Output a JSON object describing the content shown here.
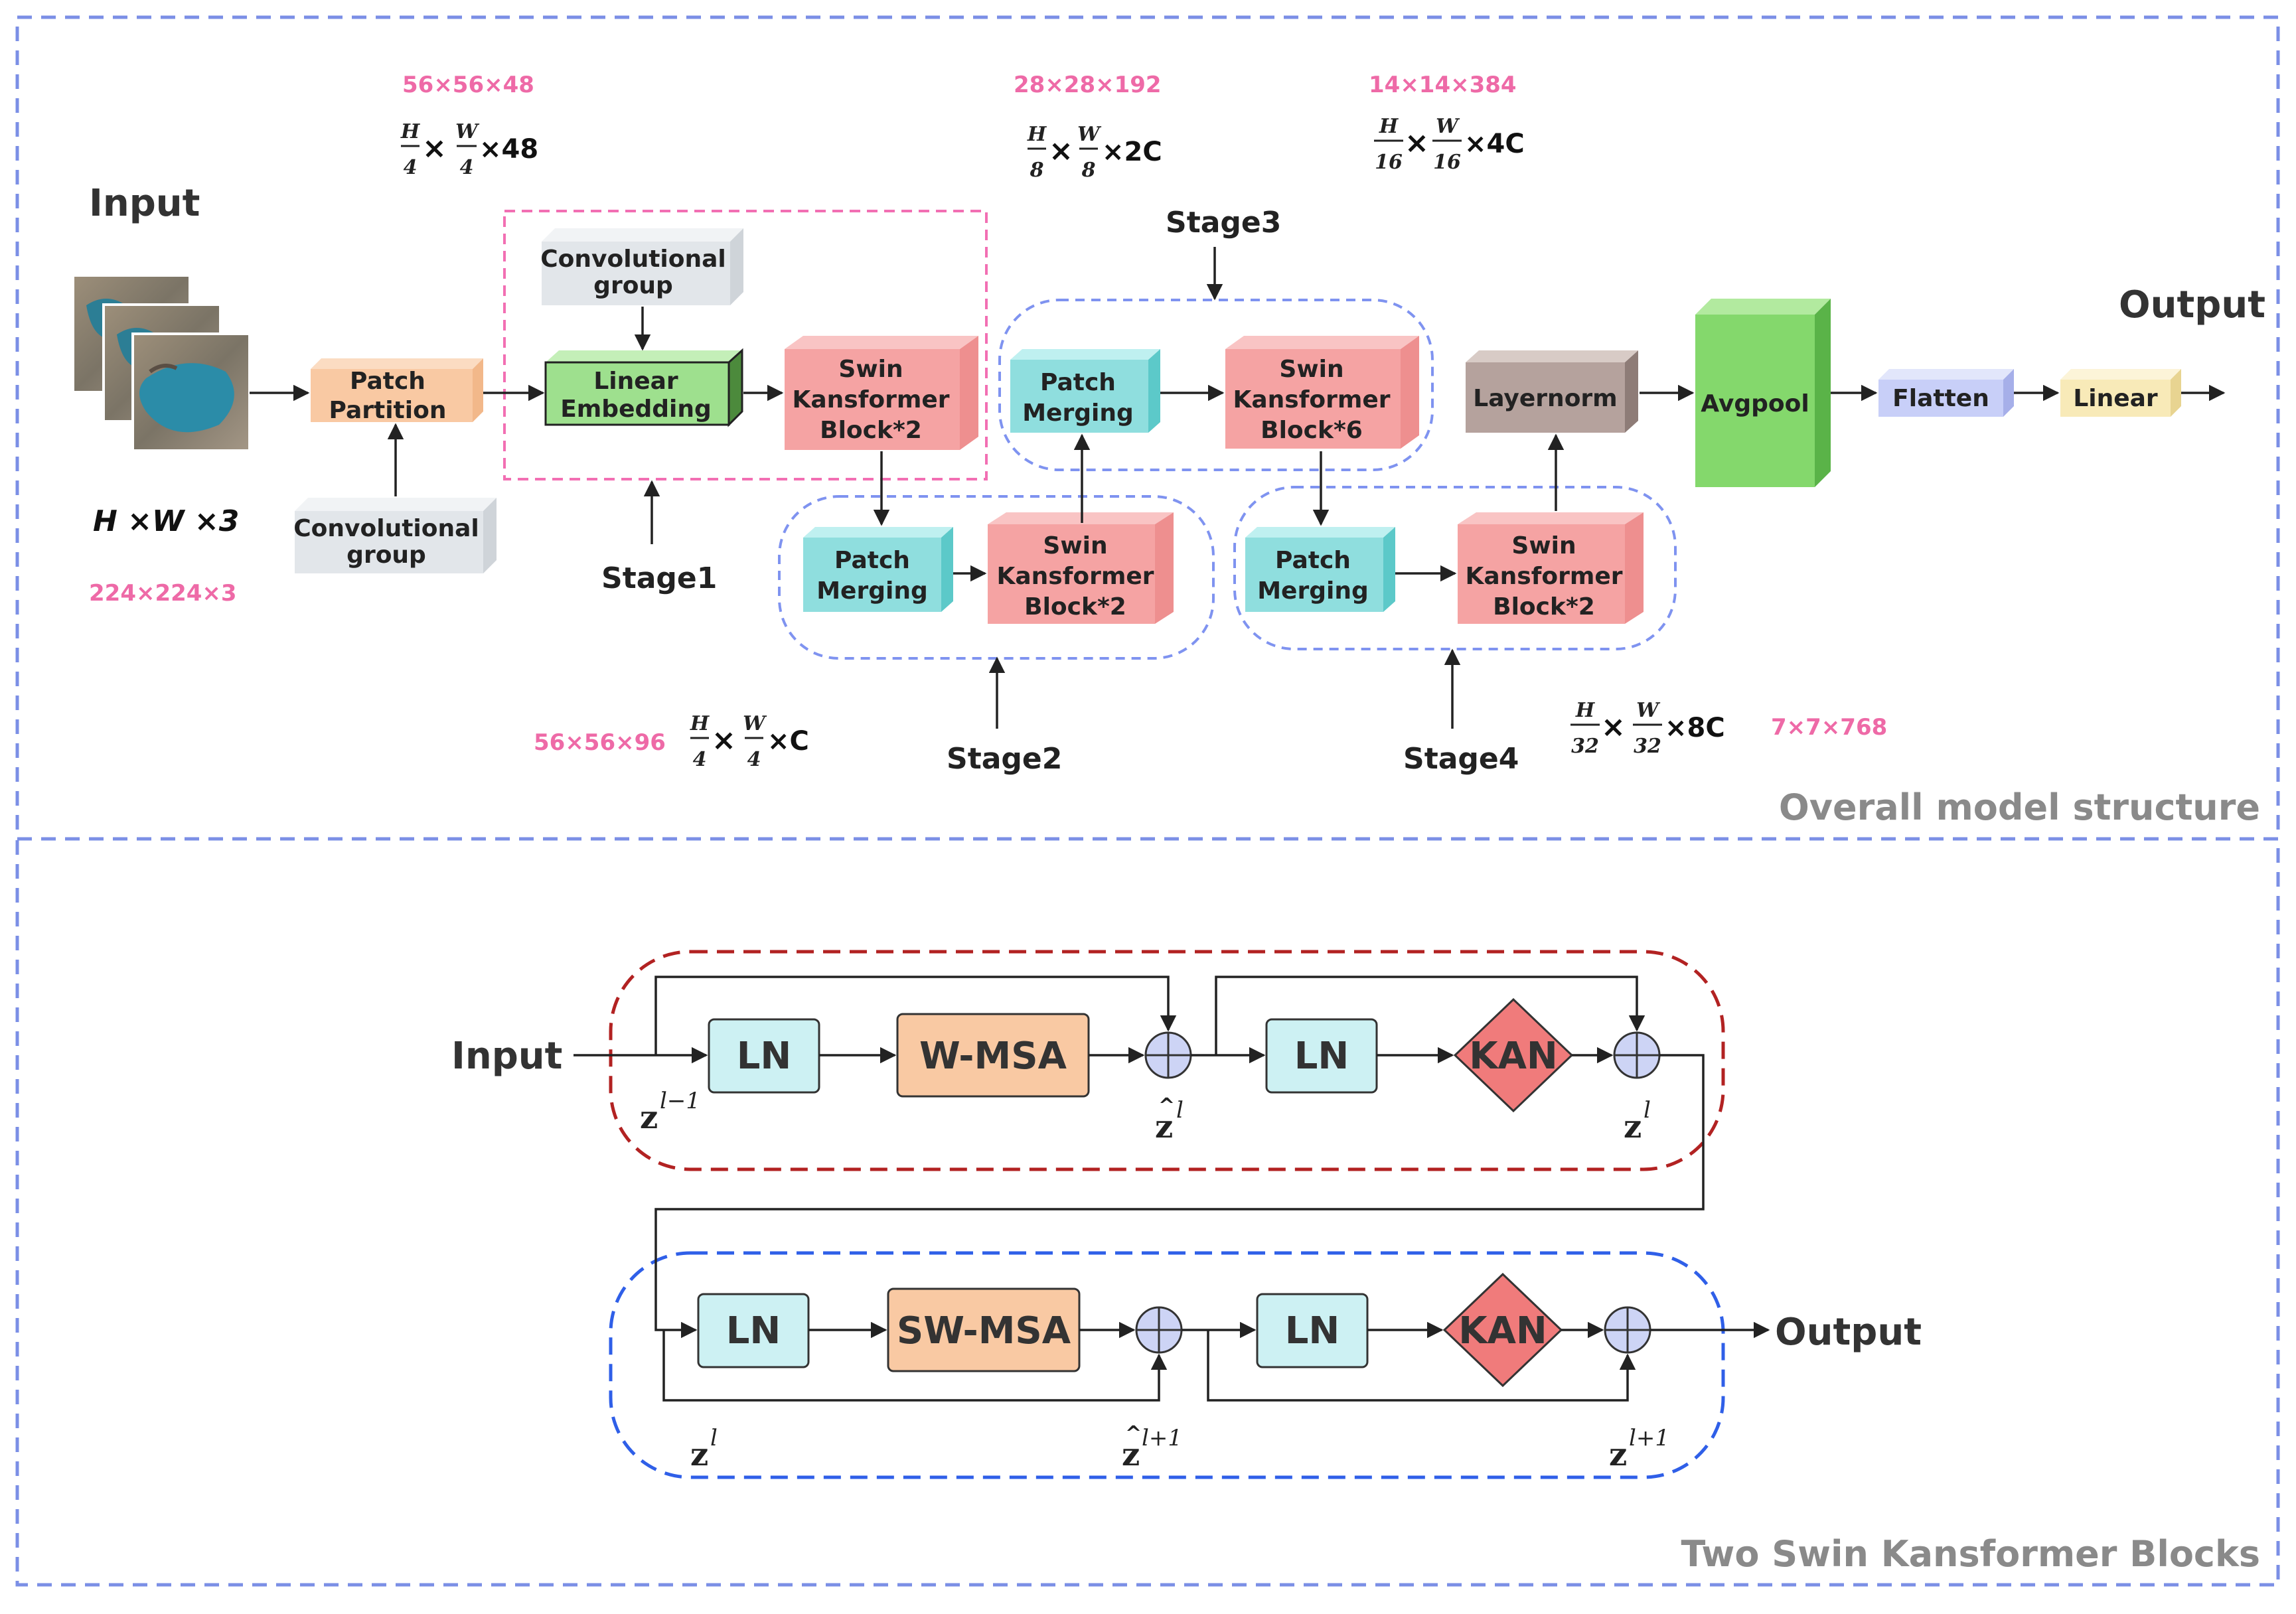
{
  "colors": {
    "panel_border": "#7b8fe6",
    "pink_dash": "#f26fb3",
    "stage_dash": "#7f93f0",
    "red_dash": "#b22222",
    "blue_dash": "#2f5fe8",
    "swin_block": "#f5a3a3",
    "patch_merging": "#8fdede",
    "patch_partition": "#f9c9a3",
    "conv_group": "#e2e6ea",
    "linear_embedding": "#9ee08e",
    "layernorm": "#b5a29d",
    "avgpool": "#84d86c",
    "flatten": "#c8cff8",
    "linear": "#f8eab8",
    "ln_box": "#cdf1f3",
    "msa_box": "#f9c9a3",
    "kan_diamond": "#f07b7b",
    "plus_circle": "#cdd4f5"
  },
  "top_panel": {
    "caption": "Overall model structure",
    "input_label": "Input",
    "output_label": "Output",
    "input_dims": {
      "text": "H ×W ×3",
      "pink": "224×224×3"
    },
    "dim_stage1": {
      "pink": "56×56×48",
      "num_h": "H",
      "den_h": "4",
      "num_w": "W",
      "den_w": "4",
      "tail": "×48"
    },
    "dim_embed": {
      "pink": "56×56×96",
      "num_h": "H",
      "den_h": "4",
      "num_w": "W",
      "den_w": "4",
      "tail": "×C"
    },
    "dim_stage2": {
      "pink": "28×28×192",
      "num_h": "H",
      "den_h": "8",
      "num_w": "W",
      "den_w": "8",
      "tail": "×2C"
    },
    "dim_stage3": {
      "pink": "14×14×384",
      "num_h": "H",
      "den_h": "16",
      "num_w": "W",
      "den_w": "16",
      "tail": "×4C"
    },
    "dim_stage4": {
      "pink": "7×7×768",
      "num_h": "H",
      "den_h": "32",
      "num_w": "W",
      "den_w": "32",
      "tail": "×8C"
    },
    "times": "×",
    "boxes": {
      "patch_partition": [
        "Patch",
        "Partition"
      ],
      "conv_group": [
        "Convolutional",
        "group"
      ],
      "linear_embedding": [
        "Linear",
        "Embedding"
      ],
      "swin_block_2": [
        "Swin",
        "Kansformer",
        "Block*2"
      ],
      "swin_block_6": [
        "Swin",
        "Kansformer",
        "Block*6"
      ],
      "patch_merging": [
        "Patch",
        "Merging"
      ],
      "layernorm": "Layernorm",
      "avgpool": "Avgpool",
      "flatten": "Flatten",
      "linear": "Linear"
    },
    "stages": [
      "Stage1",
      "Stage2",
      "Stage3",
      "Stage4"
    ]
  },
  "bottom_panel": {
    "caption": "Two Swin Kansformer Blocks",
    "input_label": "Input",
    "output_label": "Output",
    "row1": {
      "ln1": "LN",
      "msa": "W-MSA",
      "ln2": "LN",
      "kan": "KAN"
    },
    "row2": {
      "ln1": "LN",
      "msa": "SW-MSA",
      "ln2": "LN",
      "kan": "KAN"
    },
    "math": {
      "z": "z",
      "row1_in_sup": "l−1",
      "row1_mid_sup": "l",
      "row1_out_sup": "l",
      "row2_in_sup": "l",
      "row2_mid_sup": "l+1",
      "row2_out_sup": "l+1"
    }
  }
}
